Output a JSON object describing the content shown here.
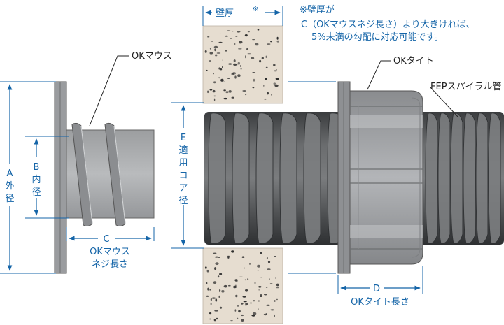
{
  "labels": {
    "wall_thickness": "壁厚",
    "wall_mark": "※",
    "note_line1": "※壁厚が",
    "note_line2": "C（OKマウスネジ長さ）より大きければ、",
    "note_line3": "5%未満の勾配に対応可能です。",
    "ok_mouth": "OKマウス",
    "ok_tight": "OKタイト",
    "fep_pipe": "FEPスパイラル管",
    "dim_a_letter": "A",
    "dim_a_text": [
      "外",
      "径"
    ],
    "dim_b_letter": "B",
    "dim_b_text": [
      "内",
      "径"
    ],
    "dim_e_letter": "E",
    "dim_e_text": [
      "適",
      "用",
      "コ",
      "ア",
      "径"
    ],
    "dim_c_letter": "C",
    "dim_c_text1": "OKマウス",
    "dim_c_text2": "ネジ長さ",
    "dim_d_letter": "D",
    "dim_d_text": "OKタイト長さ"
  },
  "colors": {
    "dimension": "#1565a8",
    "metal": "#a4a6a8",
    "metal_dark": "#6d6f71",
    "pipe": "#555759",
    "pipe_dark": "#2f3133",
    "concrete": "#e6ddd0"
  }
}
